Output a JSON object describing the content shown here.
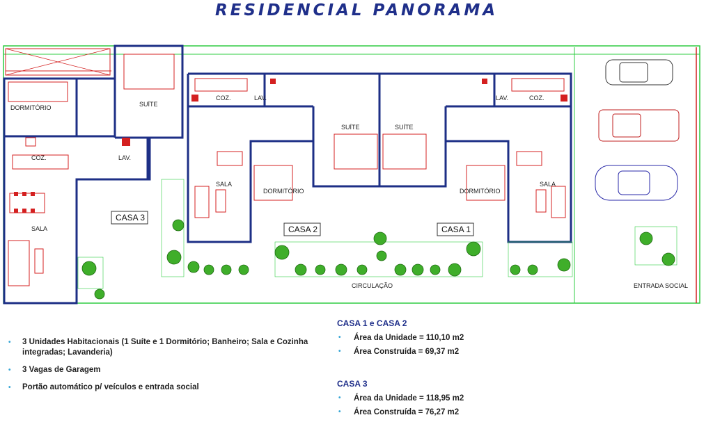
{
  "title": "RESIDENCIAL PANORAMA",
  "rooms": {
    "dormitorio": "DORMITÓRIO",
    "suite": "SUÍTE",
    "coz": "COZ.",
    "lav": "LAV.",
    "sala": "SALA"
  },
  "casas": {
    "casa1": "CASA 1",
    "casa2": "CASA 2",
    "casa3": "CASA 3"
  },
  "labels": {
    "circulacao": "CIRCULAÇÃO",
    "entrada": "ENTRADA SOCIAL"
  },
  "features": [
    "3 Unidades Habitacionais (1 Suíte e 1 Dormitório; Banheiro; Sala e Cozinha integradas; Lavanderia)",
    "3 Vagas de Garagem",
    "Portão automático p/ veículos e entrada social"
  ],
  "casa12": {
    "heading": "CASA 1 e CASA 2",
    "area_unidade": "Área da Unidade = 110,10 m2",
    "area_construida": "Área Construída = 69,37 m2"
  },
  "casa3": {
    "heading": "CASA 3",
    "area_unidade": "Área da Unidade = 118,95 m2",
    "area_construida": "Área Construída = 76,27 m2"
  },
  "colors": {
    "wall": "#1d2f86",
    "lot_line": "#2ecc40",
    "red_line": "#d42020",
    "heading": "#1f2f8a",
    "bullet": "#39a7d6"
  }
}
